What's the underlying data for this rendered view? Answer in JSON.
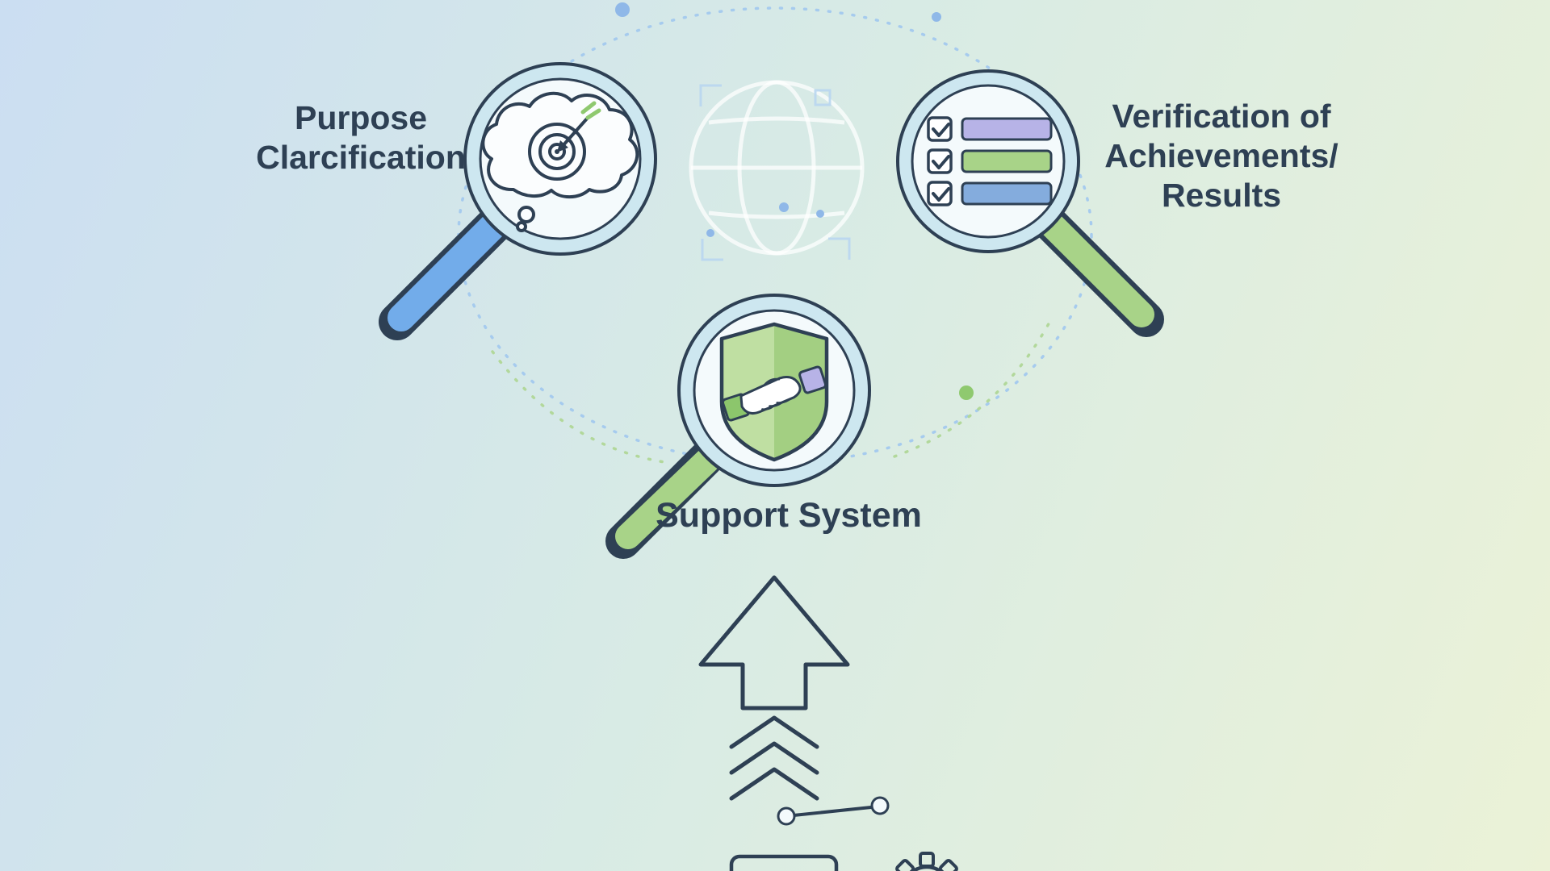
{
  "palette": {
    "bg1": "#cbdef2",
    "bg2": "#d8ebe5",
    "bg3": "#ebf2d7",
    "ink": "#2e4054",
    "rim": "#cde7f0",
    "lens": "#f4fafc",
    "handle-blue": "#72acea",
    "handle-green": "#a8d388",
    "arc-blue": "#a6cbee",
    "arc-green": "#b2d89b",
    "bar-purple": "#b7b3e7",
    "bar-green": "#a8d388",
    "bar-blue": "#84acdd",
    "shield-green": "#a3cf82",
    "shield-green-light": "#bfdfa2",
    "sleeve-green": "#8cc66c",
    "sleeve-purple": "#b7b3e7",
    "deco-blue": "#b9d6f0",
    "dot-blue": "#8fb8e8",
    "dot-green": "#8fc96f"
  },
  "diagram": {
    "labels": {
      "purpose": {
        "line1": "Purpose",
        "line2": "Clarcification"
      },
      "verification": {
        "line1": "Verification of",
        "line2": "Achievements/",
        "line3": "Results"
      },
      "support": "Support System"
    },
    "icons": {
      "left_magnifier": "magnifier-target-thought-icon",
      "right_magnifier": "magnifier-checklist-icon",
      "center_magnifier": "magnifier-handshake-shield-icon",
      "center_top": "globe-icon",
      "bottom": [
        "up-arrow-icon",
        "triple-chevron-up-icon",
        "node-link-icon",
        "card-outline-icon",
        "gear-icon"
      ]
    }
  }
}
